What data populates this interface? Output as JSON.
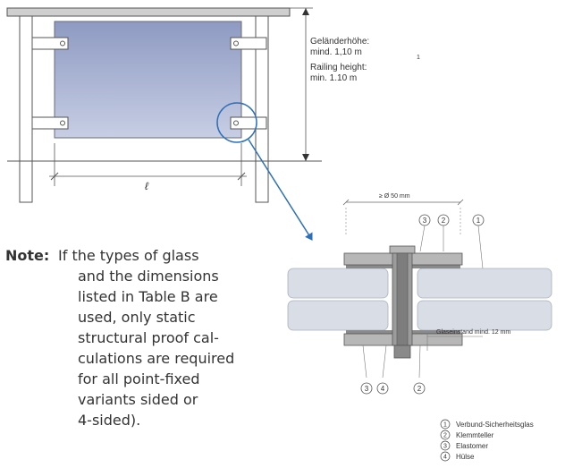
{
  "labels": {
    "height_de": [
      "Geländerhöhe:",
      "mind. 1,10 m"
    ],
    "height_en": [
      "Railing height:",
      "min. 1.10 m"
    ],
    "span_symbol": "ℓ",
    "stray_mark": "1",
    "diameter": "≥ Ø 50 mm",
    "edge_distance": "Glaseinstand mind. 12 mm"
  },
  "callouts": {
    "top": [
      "3",
      "2",
      "1"
    ],
    "bottom": [
      "3",
      "4",
      "2"
    ]
  },
  "legend": [
    {
      "num": "1",
      "text": "Verbund-Sicherheitsglas"
    },
    {
      "num": "2",
      "text": "Klemmteller"
    },
    {
      "num": "3",
      "text": "Elastomer"
    },
    {
      "num": "4",
      "text": "Hülse"
    }
  ],
  "note": {
    "heading": "Note:",
    "lines": [
      "If the types of glass",
      "and the dimensions",
      "listed in Table B are",
      "used, only static",
      "structural proof cal-",
      "culations are required",
      "for all point-fixed",
      "variants sided or",
      "4-sided)."
    ]
  },
  "colors": {
    "glass_top": "#8e9ac2",
    "glass_bottom": "#c0c8e0",
    "detail_blue": "#2d6fb8",
    "laminate": "#d8dde6",
    "clamp": "#b7b7b7",
    "sleeve": "#9c9c9c"
  }
}
